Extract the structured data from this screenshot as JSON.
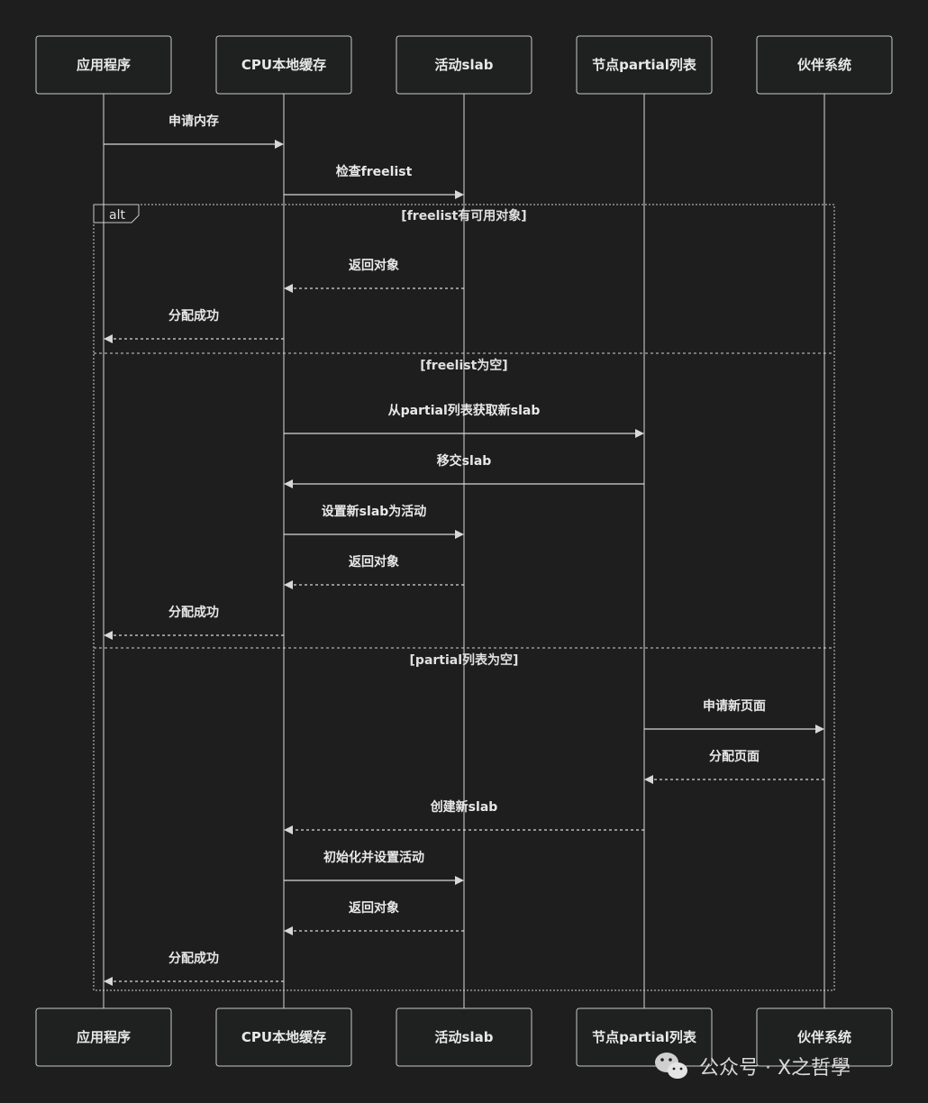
{
  "diagram": {
    "participants": [
      {
        "id": "app",
        "label": "应用程序"
      },
      {
        "id": "cpu",
        "label": "CPU本地缓存"
      },
      {
        "id": "slab",
        "label": "活动slab"
      },
      {
        "id": "partial",
        "label": "节点partial列表"
      },
      {
        "id": "buddy",
        "label": "伙伴系统"
      }
    ],
    "messages": [
      {
        "from": "app",
        "to": "cpu",
        "label": "申请内存",
        "style": "solid"
      },
      {
        "from": "cpu",
        "to": "slab",
        "label": "检查freelist",
        "style": "solid"
      },
      {
        "from": "slab",
        "to": "cpu",
        "label": "返回对象",
        "style": "dashed"
      },
      {
        "from": "cpu",
        "to": "app",
        "label": "分配成功",
        "style": "dashed"
      },
      {
        "from": "cpu",
        "to": "partial",
        "label": "从partial列表获取新slab",
        "style": "solid"
      },
      {
        "from": "partial",
        "to": "cpu",
        "label": "移交slab",
        "style": "solid"
      },
      {
        "from": "cpu",
        "to": "slab",
        "label": "设置新slab为活动",
        "style": "solid"
      },
      {
        "from": "slab",
        "to": "cpu",
        "label": "返回对象",
        "style": "dashed"
      },
      {
        "from": "cpu",
        "to": "app",
        "label": "分配成功",
        "style": "dashed"
      },
      {
        "from": "partial",
        "to": "buddy",
        "label": "申请新页面",
        "style": "solid"
      },
      {
        "from": "buddy",
        "to": "partial",
        "label": "分配页面",
        "style": "dashed"
      },
      {
        "from": "partial",
        "to": "cpu",
        "label": "创建新slab",
        "style": "dashed"
      },
      {
        "from": "cpu",
        "to": "slab",
        "label": "初始化并设置活动",
        "style": "solid"
      },
      {
        "from": "slab",
        "to": "cpu",
        "label": "返回对象",
        "style": "dashed"
      },
      {
        "from": "cpu",
        "to": "app",
        "label": "分配成功",
        "style": "dashed"
      }
    ],
    "alt_block": {
      "tag": "alt",
      "conditions": [
        "[freelist有可用对象]",
        "[freelist为空]",
        "[partial列表为空]"
      ]
    }
  },
  "watermark": {
    "icon": "wechat-icon",
    "text": "公众号 · X之哲學"
  }
}
